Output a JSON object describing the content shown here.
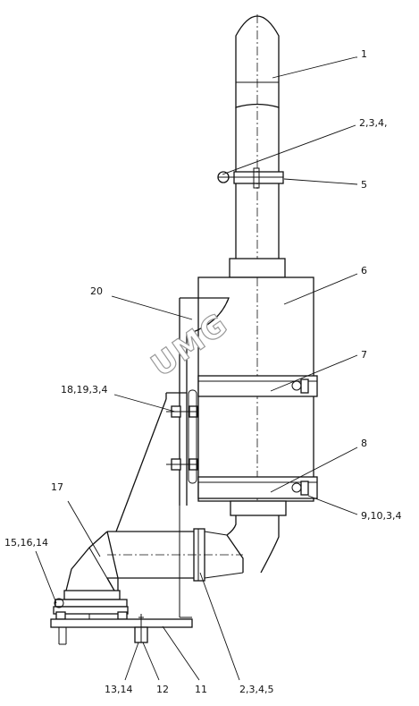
{
  "watermark": "UMG",
  "callouts": {
    "c1": "1",
    "c2": "2,3,4,",
    "c5": "5",
    "c6": "6",
    "c20": "20",
    "c7": "7",
    "c18": "18,19,3,4",
    "c8": "8",
    "c17": "17",
    "c9": "9,10,3,4",
    "c15": "15,16,14",
    "c13": "13,14",
    "c12": "12",
    "c11": "11",
    "c2b": "2,3,4,5"
  }
}
